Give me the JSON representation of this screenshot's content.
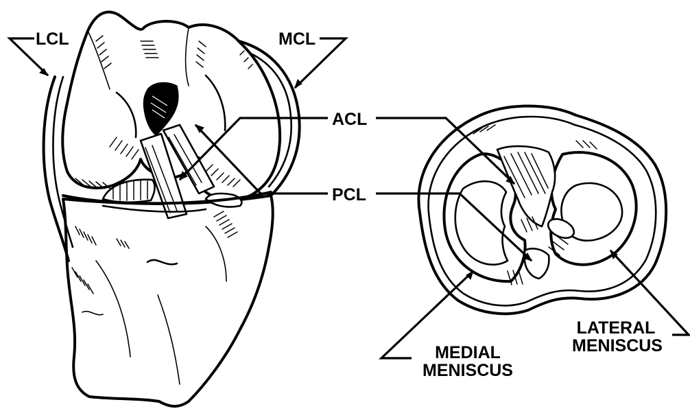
{
  "labels": {
    "lcl": "LCL",
    "mcl": "MCL",
    "acl": "ACL",
    "pcl": "PCL",
    "lateral_meniscus_line1": "LATERAL",
    "lateral_meniscus_line2": "MENISCUS",
    "medial_meniscus_line1": "MEDIAL",
    "medial_meniscus_line2": "MENISCUS"
  }
}
